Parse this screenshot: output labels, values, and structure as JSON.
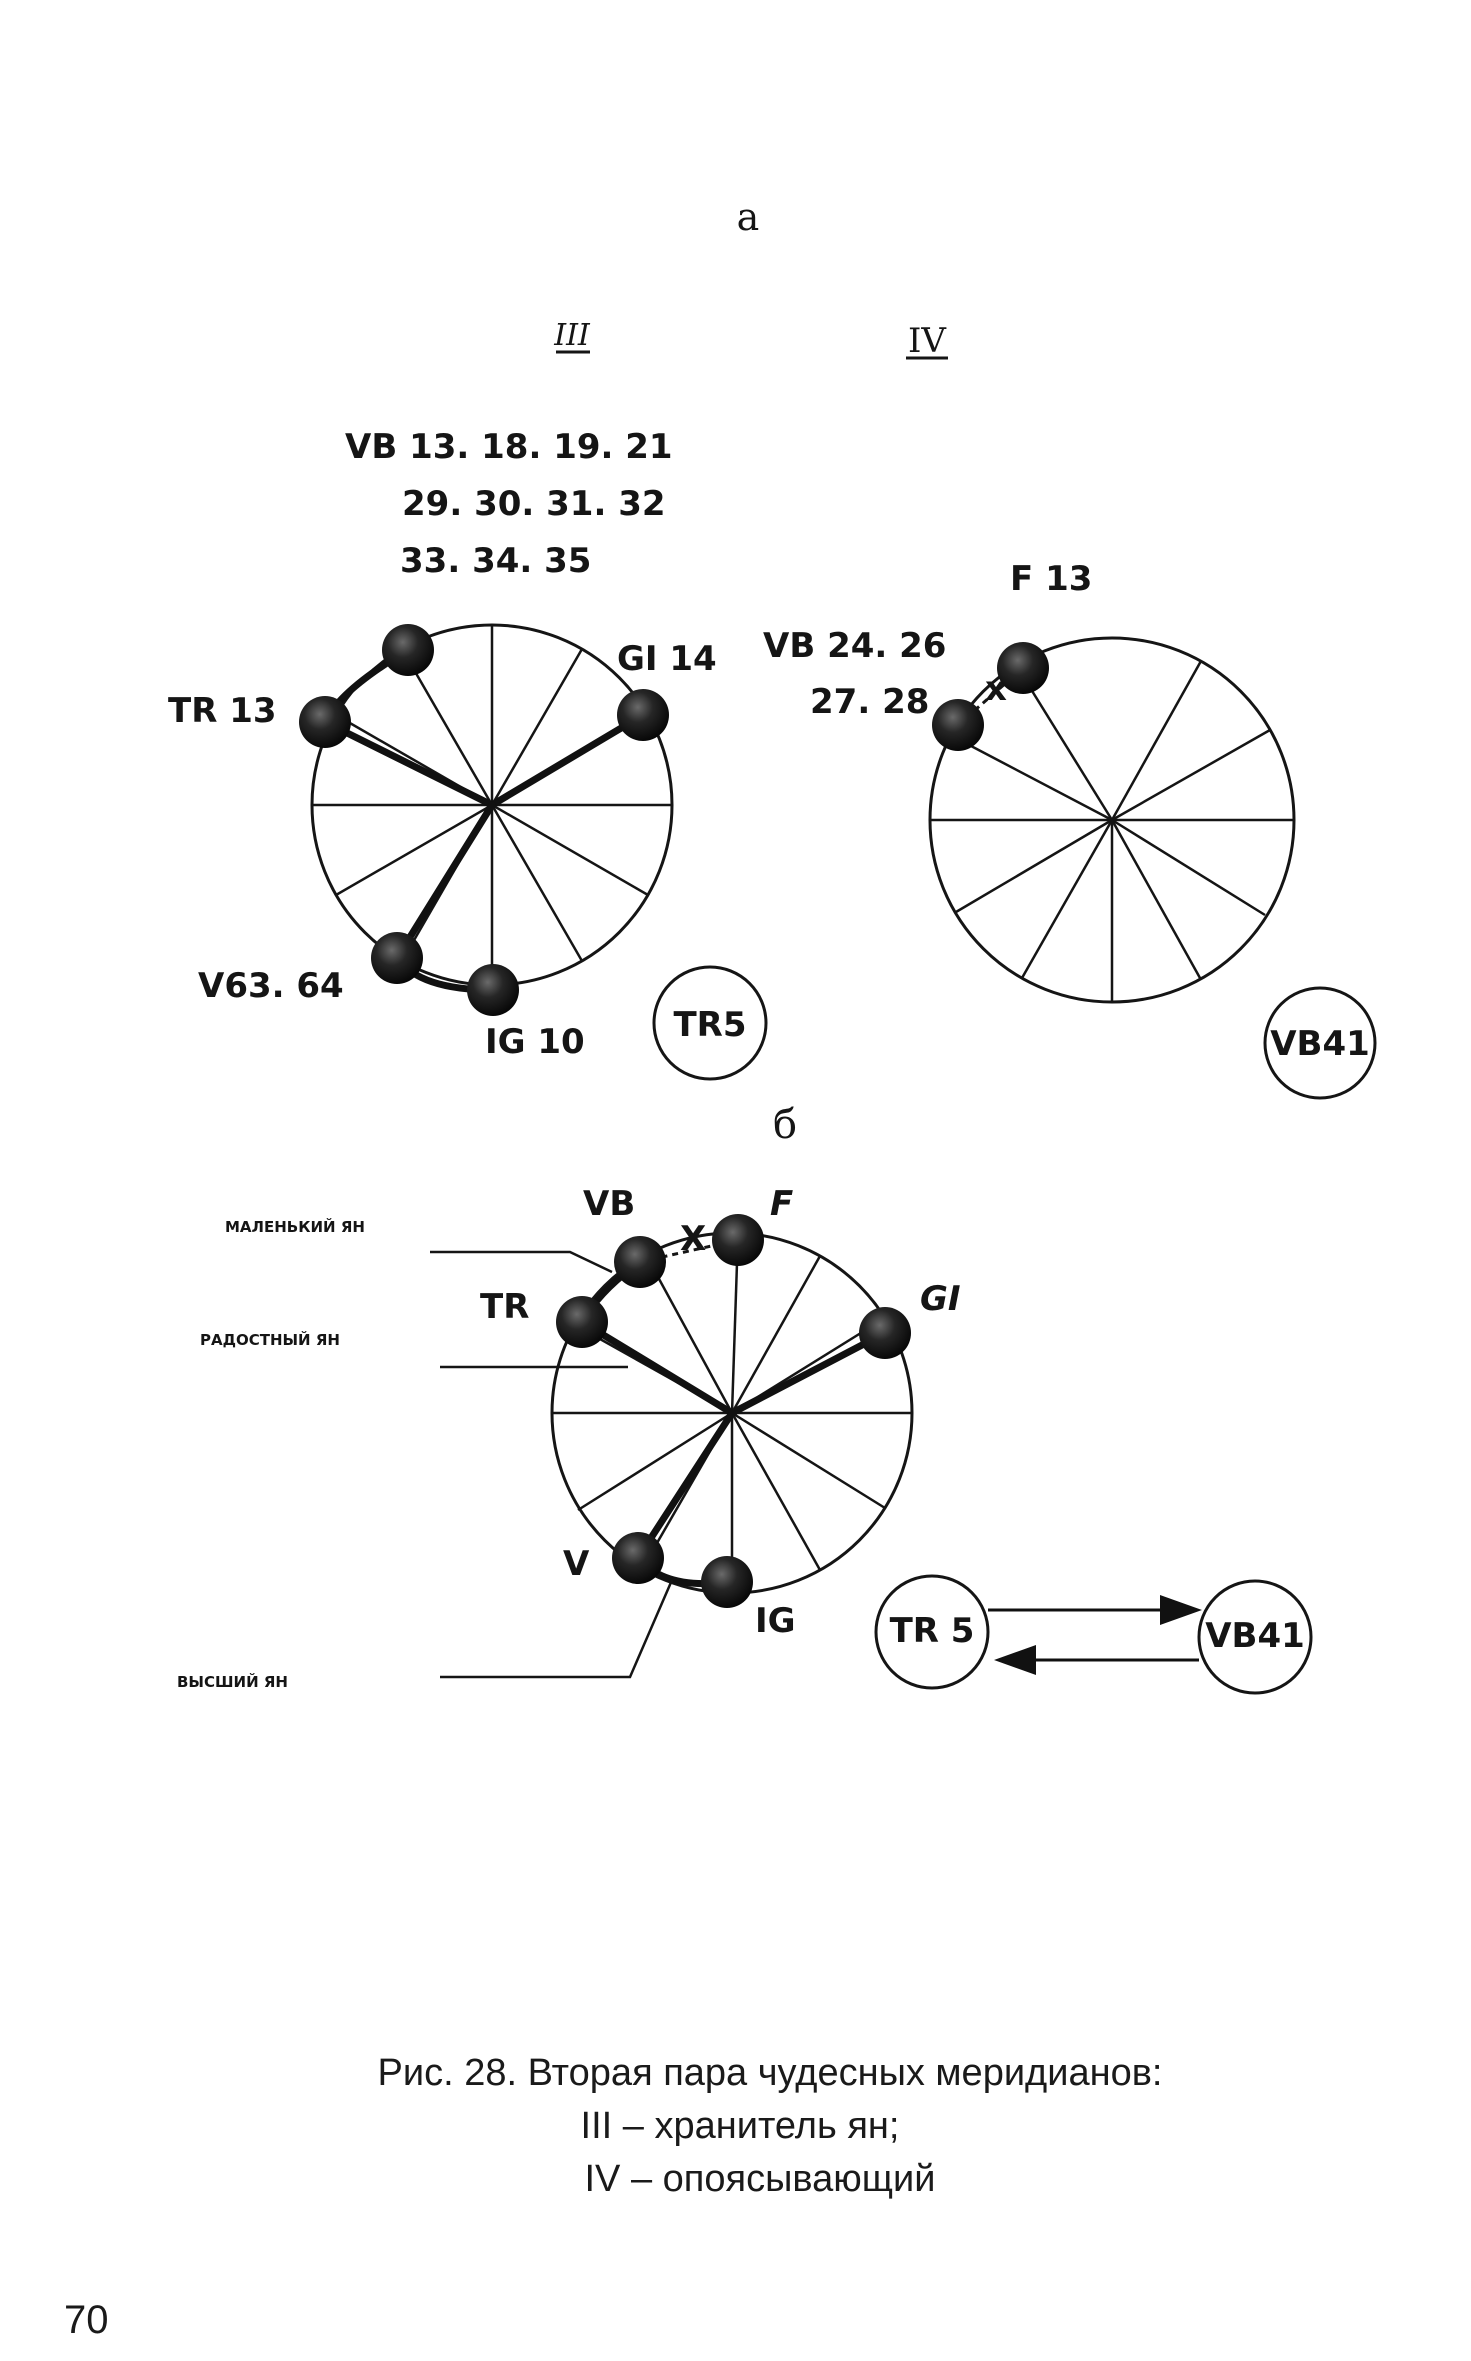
{
  "section_a": "а",
  "section_b": "б",
  "roman_iii": "III",
  "roman_iv": "IV",
  "diagram_a_left": {
    "points_line1": "VB 13. 18. 19. 21",
    "points_line2": "29. 30. 31. 32",
    "points_line3": "33. 34. 35",
    "label_tr": "TR 13",
    "label_gi": "GI 14",
    "label_v": "V63. 64",
    "label_ig": "IG 10",
    "circle_label": "TR5"
  },
  "diagram_a_right": {
    "label_f": "F 13",
    "label_vb_line1": "VB 24. 26",
    "label_vb_line2": "27. 28",
    "connector_mark": "x",
    "circle_label": "VB41"
  },
  "diagram_b": {
    "label_vb": "VB",
    "label_f": "F",
    "label_tr": "TR",
    "label_gi": "GI",
    "label_v": "V",
    "label_ig": "IG",
    "connector_mark": "X",
    "annotation_small": "МАЛЕНЬКИЙ ЯН",
    "annotation_joyful": "РАДОСТНЫЙ ЯН",
    "annotation_high": "ВЫСШИЙ ЯН",
    "flow_left": "TR 5",
    "flow_right": "VB41"
  },
  "caption_line1": "Рис. 28. Вторая пара чудесных меридианов:",
  "caption_line2": "III – хранитель ян;",
  "caption_line3": "IV – опоясывающий",
  "page_number": "70"
}
